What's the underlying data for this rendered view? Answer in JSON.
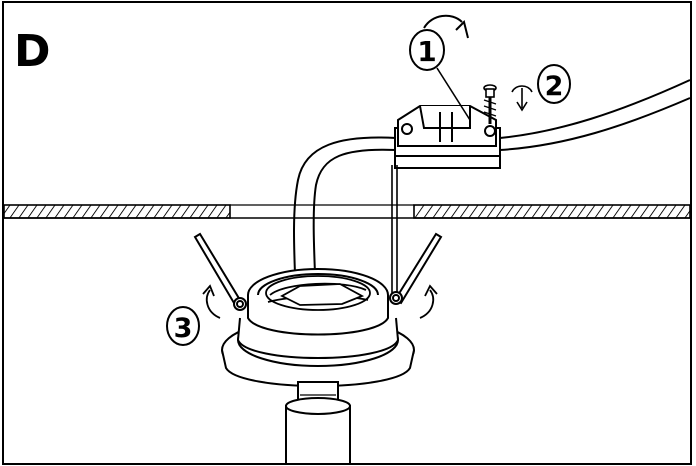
{
  "panel": {
    "step_letter": "D"
  },
  "callouts": [
    {
      "id": "step-1",
      "number": "1"
    },
    {
      "id": "step-2",
      "number": "2"
    },
    {
      "id": "step-3",
      "number": "3"
    }
  ],
  "colors": {
    "line": "#000000",
    "background": "#ffffff",
    "hatch": "#000000"
  }
}
